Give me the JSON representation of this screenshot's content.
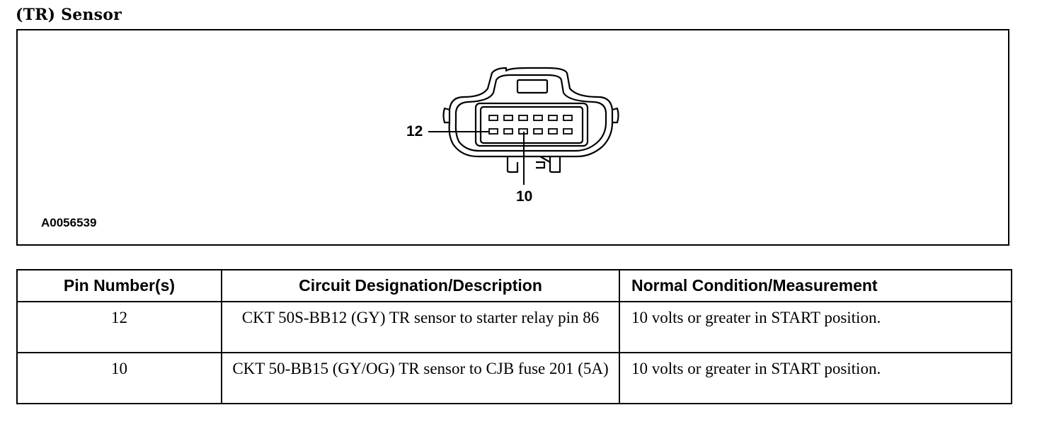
{
  "title": "(TR) Sensor",
  "figure": {
    "id": "A0056539",
    "callouts": [
      "12",
      "10"
    ]
  },
  "table": {
    "headers": [
      "Pin Number(s)",
      "Circuit Designation/Description",
      "Normal Condition/Measurement"
    ],
    "rows": [
      [
        "12",
        "CKT 50S-BB12 (GY) TR sensor to starter relay pin 86",
        "10 volts or greater in START position."
      ],
      [
        "10",
        "CKT 50-BB15 (GY/OG) TR sensor to CJB fuse 201 (5A)",
        "10 volts or greater in START position."
      ]
    ]
  }
}
